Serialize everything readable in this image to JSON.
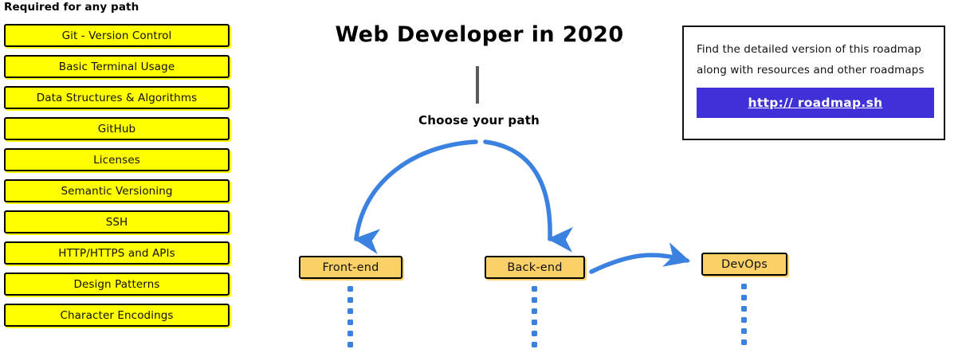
{
  "page": {
    "title": "Web Developer in 2020",
    "background": "#ffffff"
  },
  "colors": {
    "required_box_fill": "#FFFF00",
    "path_box_fill": "#FBD167",
    "arrow_blue": "#3B82E0",
    "cta_blue": "#4030D8",
    "stem_gray": "#5A5A5A",
    "outline_black": "#000000"
  },
  "required_section": {
    "heading": "Required for any path",
    "items": [
      {
        "label": "Git - Version Control"
      },
      {
        "label": "Basic Terminal Usage"
      },
      {
        "label": "Data Structures & Algorithms"
      },
      {
        "label": "GitHub"
      },
      {
        "label": "Licenses"
      },
      {
        "label": "Semantic Versioning"
      },
      {
        "label": "SSH"
      },
      {
        "label": "HTTP/HTTPS and APIs"
      },
      {
        "label": "Design Patterns"
      },
      {
        "label": "Character Encodings"
      }
    ]
  },
  "center": {
    "choose_path_label": "Choose your path",
    "paths": [
      {
        "label": "Front-end"
      },
      {
        "label": "Back-end"
      },
      {
        "label": "DevOps"
      }
    ]
  },
  "info_box": {
    "line1": "Find the detailed version of this roadmap",
    "line2": "along with resources and other roadmaps",
    "cta_label": "http:// roadmap.sh"
  }
}
